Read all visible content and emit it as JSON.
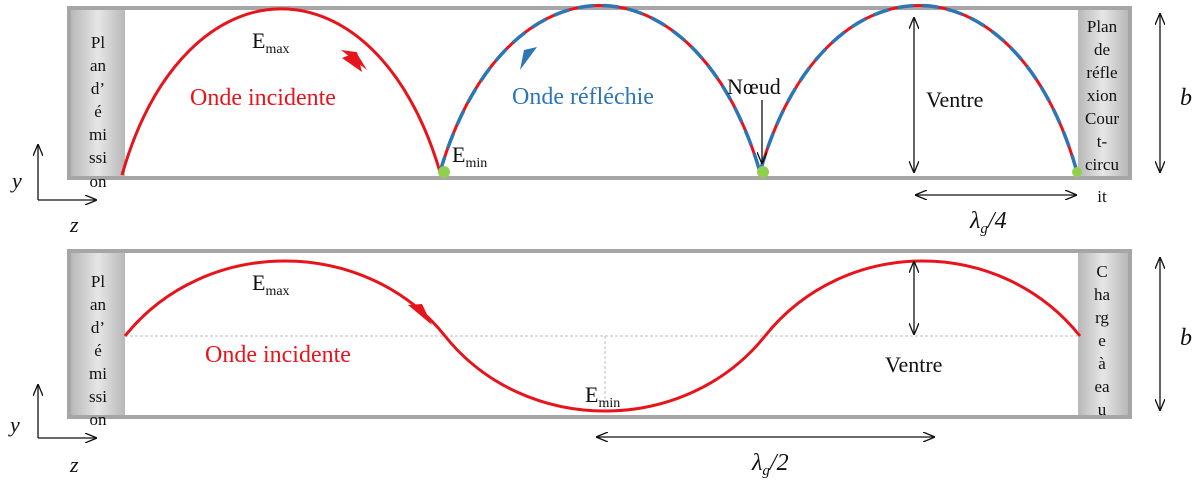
{
  "colors": {
    "incident_wave": "#e8141b",
    "reflected_wave": "#2e75b6",
    "node_dot": "#8fd14f",
    "frame": "#a6a6a6",
    "plate": "#c8c8c8"
  },
  "top": {
    "left_plate_lines": [
      "Pl",
      "an",
      "d’",
      "é",
      "mi",
      "ssi",
      "on"
    ],
    "right_plate_lines": [
      "Plan",
      "de",
      "réfle",
      "xion",
      "Cour",
      "t-",
      "circu",
      "it"
    ],
    "e_max": {
      "base": "E",
      "sub": "max"
    },
    "e_min": {
      "base": "E",
      "sub": "min"
    },
    "incident_label": "Onde incidente",
    "reflected_label": "Onde réfléchie",
    "node_label": "Nœud",
    "antinode_label": "Ventre",
    "lambda_label": {
      "base": "λ",
      "sub": "g",
      "suffix": "/4"
    },
    "height_label": "b",
    "axis_y": "y",
    "axis_z": "z"
  },
  "bottom": {
    "left_plate_lines": [
      "Pl",
      "an",
      "d’",
      "é",
      "mi",
      "ssi",
      "on"
    ],
    "right_plate_lines": [
      "C",
      "ha",
      "rg",
      "e",
      "à",
      "ea",
      "u"
    ],
    "e_max": {
      "base": "E",
      "sub": "max"
    },
    "e_min": {
      "base": "E",
      "sub": "min"
    },
    "incident_label": "Onde incidente",
    "antinode_label": "Ventre",
    "lambda_label": {
      "base": "λ",
      "sub": "g",
      "suffix": "/2"
    },
    "height_label": "b",
    "axis_y": "y",
    "axis_z": "z"
  }
}
